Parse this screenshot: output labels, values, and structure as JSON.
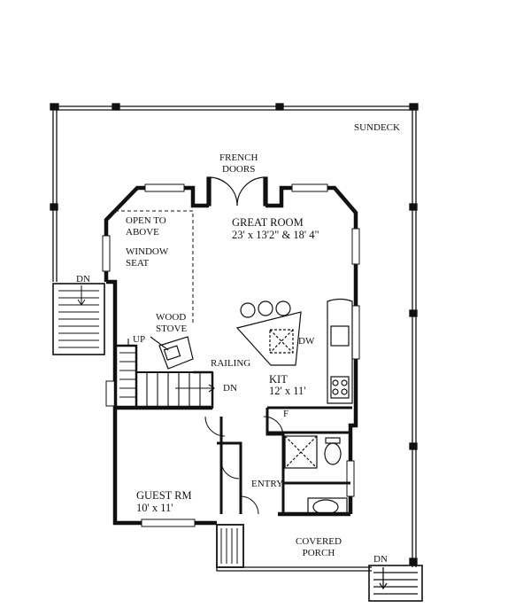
{
  "labels": {
    "sundeck": "SUNDECK",
    "french_doors": "FRENCH\nDOORS",
    "great_room_name": "GREAT ROOM",
    "great_room_size": "23' x 13'2\" & 18' 4\"",
    "open_to_above": "OPEN TO\nABOVE",
    "window_seat": "WINDOW\nSEAT",
    "wood_stove": "WOOD\nSTOVE",
    "railing": "RAILING",
    "up": "UP",
    "dn_left": "DN",
    "dn_stair": "DN",
    "dn_right": "DN",
    "dw": "DW",
    "kit_name": "KIT",
    "kit_size": "12' x 11'",
    "f": "F",
    "guest_rm_name": "GUEST RM",
    "guest_rm_size": "10' x 11'",
    "entry": "ENTRY",
    "covered_porch": "COVERED\nPORCH"
  }
}
